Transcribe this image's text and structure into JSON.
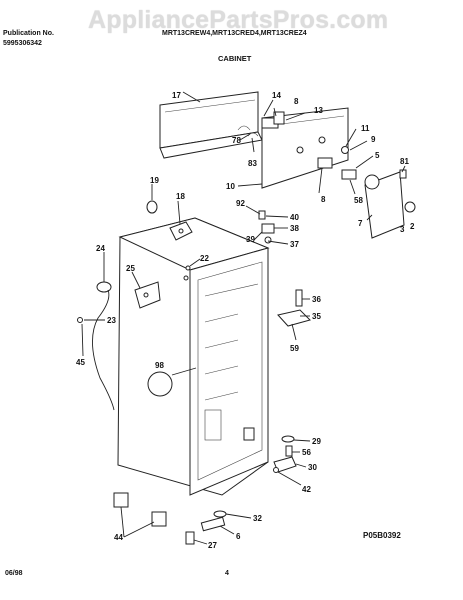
{
  "watermark": "AppliancePartsPros.com",
  "header": {
    "pub_label": "Publication No.",
    "pub_number": "5995306342",
    "models": "MRT13CREW4,MRT13CRED4,MRT13CREZ4",
    "section": "CABINET"
  },
  "footer": {
    "date": "06/98",
    "page": "4",
    "ref_code": "P05B0392"
  },
  "callouts": [
    "17",
    "14",
    "8",
    "13",
    "11",
    "9",
    "5",
    "81",
    "78",
    "83",
    "10",
    "58",
    "7",
    "3",
    "2",
    "19",
    "18",
    "92",
    "40",
    "38",
    "39",
    "37",
    "24",
    "22",
    "25",
    "36",
    "23",
    "35",
    "59",
    "45",
    "98",
    "29",
    "56",
    "30",
    "42",
    "32",
    "44",
    "6",
    "27"
  ]
}
